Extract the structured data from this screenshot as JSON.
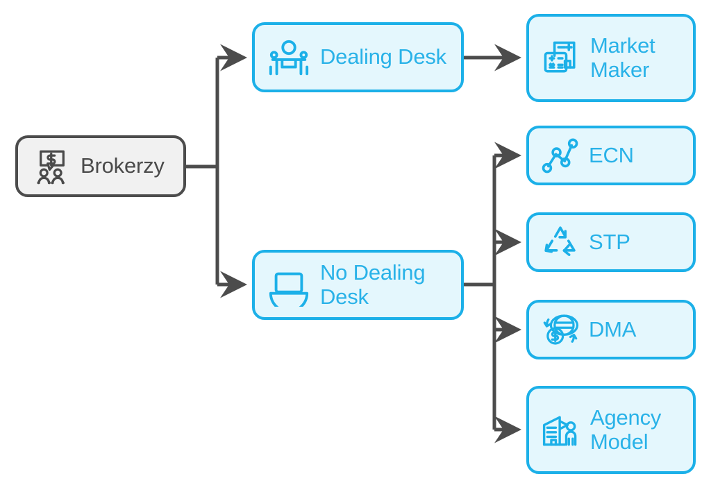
{
  "diagram": {
    "type": "tree-flowchart",
    "title": "Brokerzy",
    "orientation": "left-to-right",
    "colors": {
      "root_fill": "#f1f1f1",
      "root_border": "#4c4c4c",
      "root_text": "#4a4a4a",
      "node_fill": "#e4f7fd",
      "node_border": "#1cb0e8",
      "node_text": "#29b2e8",
      "connector": "#4c4c4c",
      "background": "#ffffff"
    },
    "nodes": {
      "root": {
        "label": "Brokerzy",
        "icon": "presentation-dollar-people-icon"
      },
      "dealing_desk": {
        "label": "Dealing Desk",
        "icon": "dealing-desk-people-icon"
      },
      "no_dealing_desk": {
        "label": "No Dealing\nDesk",
        "icon": "laptop-icon"
      },
      "market_maker": {
        "label": "Market\nMaker",
        "icon": "calculator-document-icon"
      },
      "ecn": {
        "label": "ECN",
        "icon": "network-nodes-chart-icon"
      },
      "stp": {
        "label": "STP",
        "icon": "recycle-arrows-icon"
      },
      "dma": {
        "label": "DMA",
        "icon": "globe-coin-exchange-icon"
      },
      "agency_model": {
        "label": "Agency\nModel",
        "icon": "building-person-icon"
      }
    },
    "edges": [
      {
        "from": "root",
        "to": "dealing_desk"
      },
      {
        "from": "root",
        "to": "no_dealing_desk"
      },
      {
        "from": "dealing_desk",
        "to": "market_maker"
      },
      {
        "from": "no_dealing_desk",
        "to": "ecn"
      },
      {
        "from": "no_dealing_desk",
        "to": "stp"
      },
      {
        "from": "no_dealing_desk",
        "to": "dma"
      },
      {
        "from": "no_dealing_desk",
        "to": "agency_model"
      }
    ]
  }
}
